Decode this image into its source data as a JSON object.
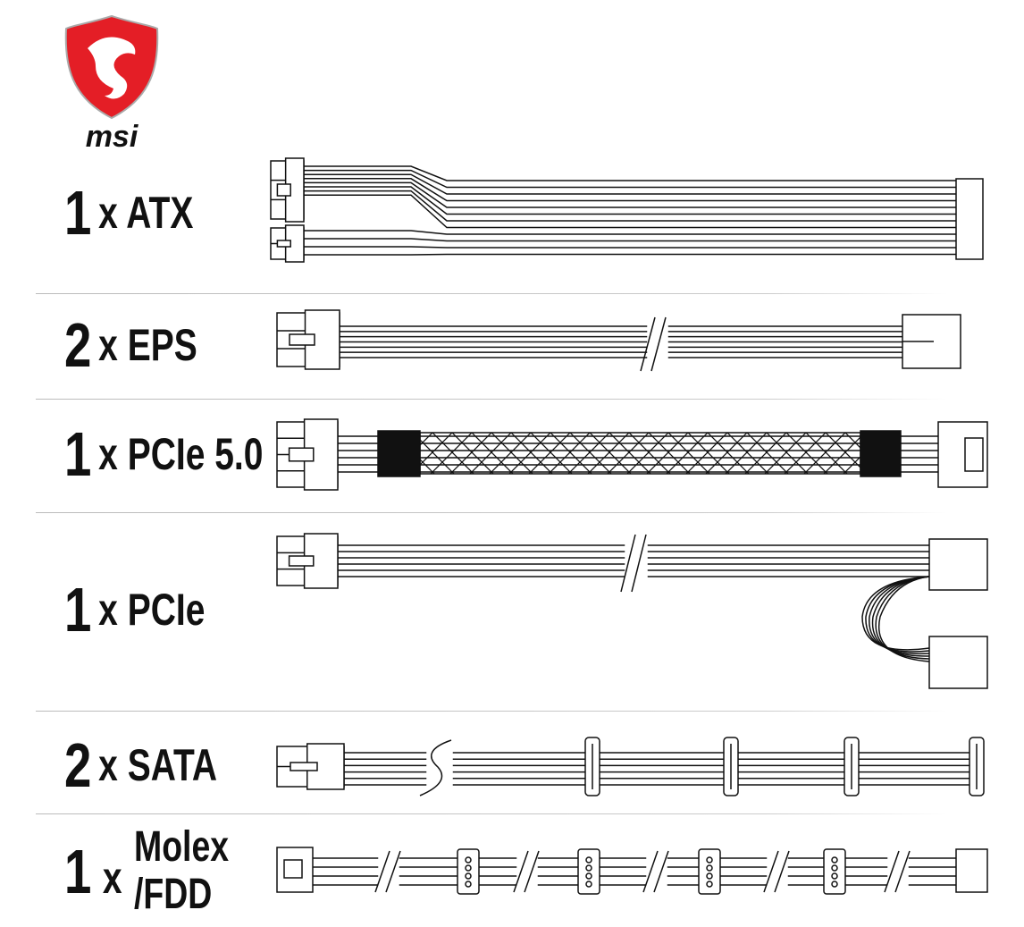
{
  "brand": {
    "logo_text": "msi",
    "shield_color": "#e41e26"
  },
  "cables": [
    {
      "count": "1",
      "name": "x ATX"
    },
    {
      "count": "2",
      "name": "x EPS"
    },
    {
      "count": "1",
      "name": "x PCIe 5.0"
    },
    {
      "count": "1",
      "name": "x PCIe"
    },
    {
      "count": "2",
      "name": "x SATA"
    },
    {
      "count": "1",
      "x": "x",
      "name_line1": "Molex",
      "name_line2": "/FDD"
    }
  ]
}
